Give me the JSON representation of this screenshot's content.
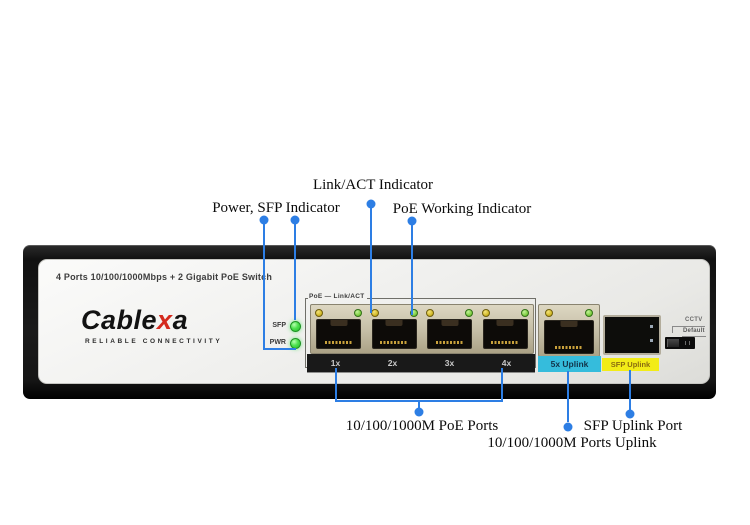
{
  "callouts": {
    "power_sfp": {
      "label": "Power, SFP Indicator"
    },
    "link_act": {
      "label": "Link/ACT Indicator"
    },
    "poe_working": {
      "label": "PoE Working Indicator"
    },
    "poe_ports": {
      "label": "10/100/1000M PoE Ports"
    },
    "uplink_ports": {
      "label": "10/100/1000M Ports Uplink"
    },
    "sfp_uplink": {
      "label": "SFP Uplink Port"
    }
  },
  "device": {
    "model": "4 Ports 10/100/1000Mbps + 2 Gigabit PoE Switch",
    "brand": {
      "prefix": "Cable",
      "accent": "x",
      "suffix": "a"
    },
    "tagline": "RELIABLE CONNECTIVITY",
    "status_leds": [
      {
        "label": "SFP"
      },
      {
        "label": "PWR"
      }
    ],
    "port_group_label": "PoE — Link/ACT",
    "poe_ports": [
      {
        "label": "1x"
      },
      {
        "label": "2x"
      },
      {
        "label": "3x"
      },
      {
        "label": "4x"
      }
    ],
    "uplink_port_label": "5x Uplink",
    "sfp_port_label": "SFP Uplink",
    "mode_switch": {
      "top_label": "CCTV",
      "bottom_label": "Default"
    }
  },
  "colors": {
    "callout_blue": "#2d7ee4",
    "uplink_cyan": "#35bcdc",
    "sfp_label_yellow": "#f2ec17",
    "brand_red": "#d42a1e",
    "led_green": "#3ecf3e",
    "led_yellow": "#cdb41f"
  }
}
